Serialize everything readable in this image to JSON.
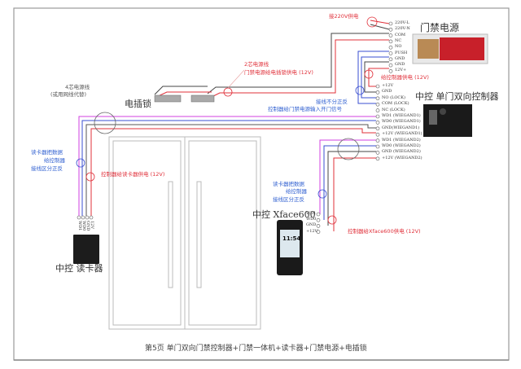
{
  "page": {
    "caption": "第5页  单门双向门禁控制器+门禁一体机+读卡器+门禁电源+电插锁"
  },
  "devices": {
    "power_supply": "门禁电源",
    "controller": "中控  单门双向控制器",
    "lock": "电插锁",
    "reader": "中控  读卡器",
    "xface": "中控  Xface600",
    "xface_clock": "11:54"
  },
  "power_terminals": [
    "220V-L",
    "220V-N",
    "COM",
    "NC",
    "NO",
    "PUSH",
    "GND",
    "GND",
    "12V+"
  ],
  "controller_terminals": [
    "+12V",
    "GND",
    "NO (LOCK)",
    "COM (LOCK)",
    "NC (LOCK)",
    "WD1 (WIEGAND1)",
    "WD0 (WIEGAND1)",
    "GND(WIEGAND1)",
    "+12V (WIEGAND1)",
    "WD1 (WIEGAND2)",
    "WD0 (WIEGAND2)",
    "GND (WIEGAND2)",
    "+12V (WIEGAND2)"
  ],
  "reader_terminals": [
    "WD1",
    "WD0",
    "GND",
    "12V"
  ],
  "xface_terminals": [
    "WD1",
    "WD0",
    "GND",
    "+12V"
  ],
  "notes": {
    "mains": "接220V供电",
    "lock_cable_title": "2芯电源线",
    "lock_cable_desc": "门禁电源给电插锁供电 (12V)",
    "controller_power": "给控制器供电 (12V)",
    "exit_signal_1": "接线不分正反",
    "exit_signal_2": "控制器给门禁电源输入开门信号",
    "four_core_1": "4芯电源线",
    "four_core_2": "(或用网线代替)",
    "reader_data_1": "读卡器把数据",
    "reader_data_2": "给控制器",
    "reader_data_3": "接线区分正反",
    "reader_power": "控制器给读卡器供电 (12V)",
    "xface_data_1": "读卡器把数据",
    "xface_data_2": "给控制器",
    "xface_data_3": "接线区分正反",
    "xface_power": "控制器给Xface600供电 (12V)"
  },
  "colors": {
    "frame": "#9a9a9a",
    "wire_red": "#e0303a",
    "wire_blue": "#3a4fd0",
    "wire_magenta": "#d040e0",
    "wire_dark": "#444444",
    "note_red": "#e0303a",
    "note_blue": "#2f5fd0"
  }
}
